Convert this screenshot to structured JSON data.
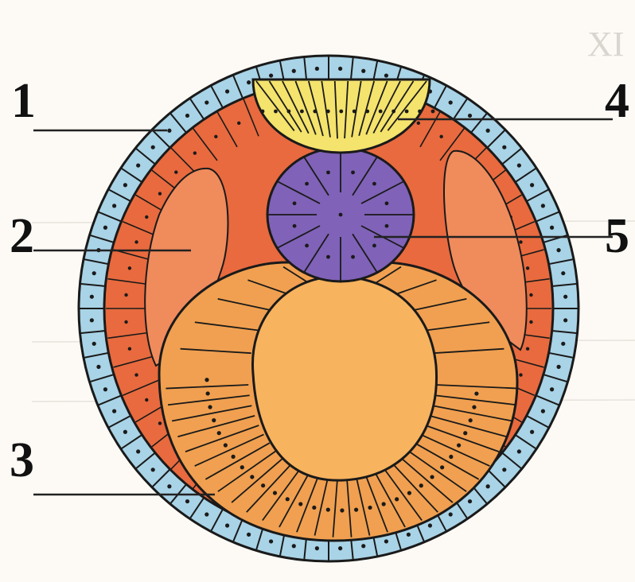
{
  "labels": {
    "l1": "1",
    "l2": "2",
    "l3": "3",
    "l4": "4",
    "l5": "5"
  },
  "watermark": "XI",
  "colors": {
    "ectoderm": "#a9d3e6",
    "mesoderm": "#e86a3e",
    "coelom": "#f08b5c",
    "neural_plate": "#f4e36c",
    "notochord": "#8062b8",
    "endoderm": "#f0a050",
    "gut_cavity": "#f7b35e",
    "outline": "#1a1a1a"
  }
}
